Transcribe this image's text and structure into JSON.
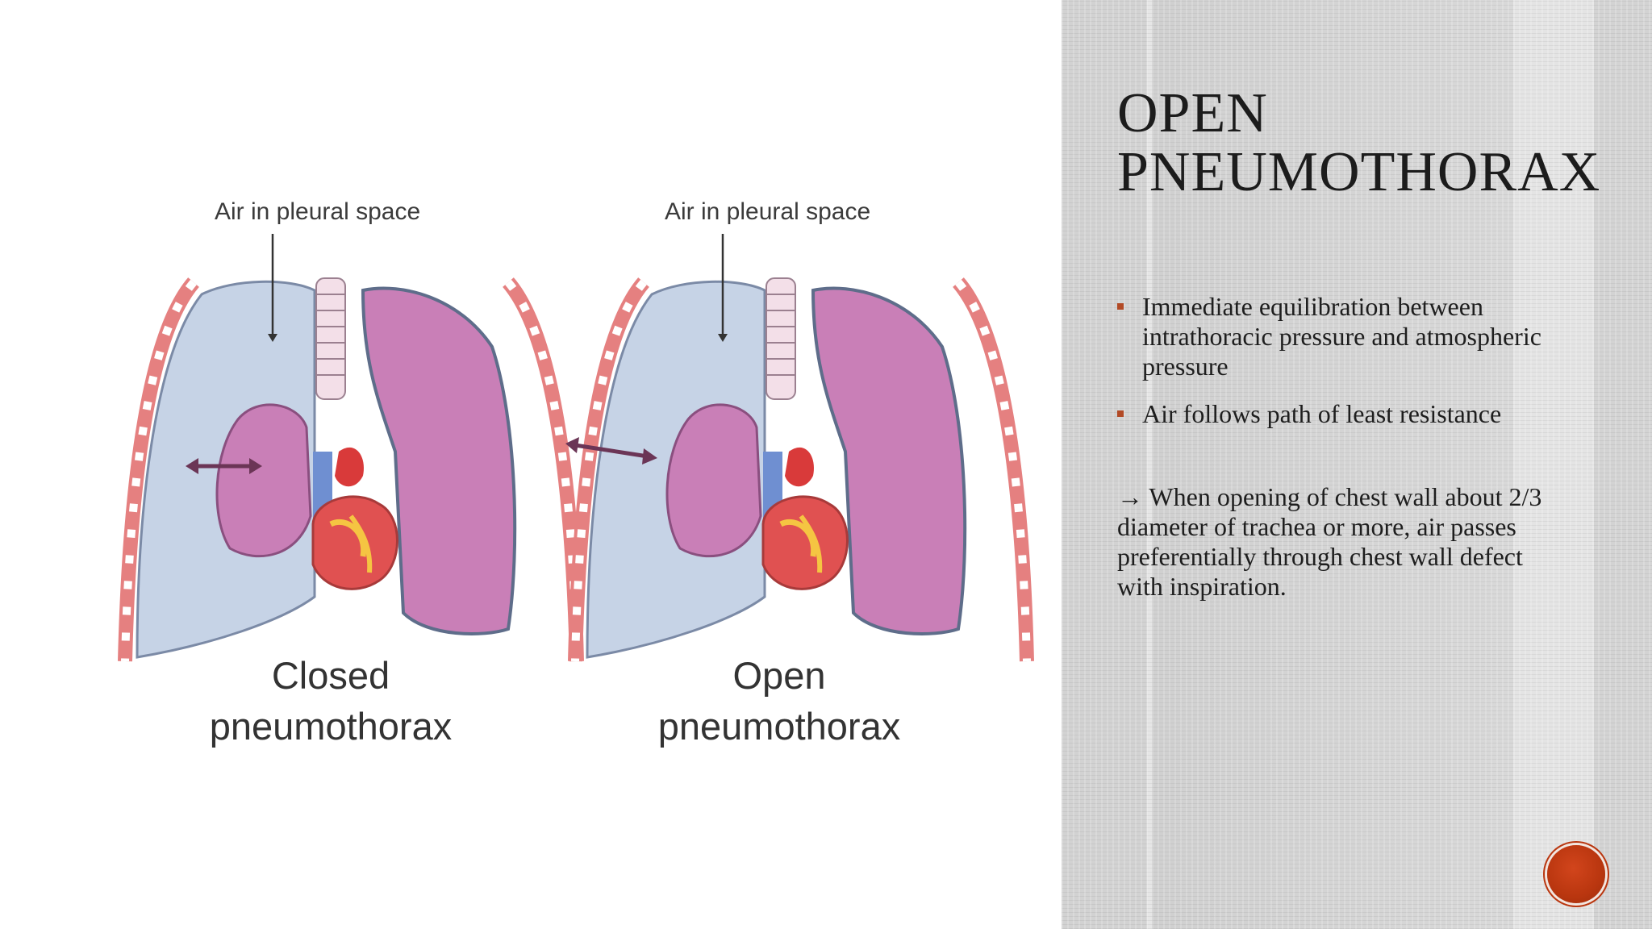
{
  "slide": {
    "title": "Open Pneumothorax",
    "bullets": [
      "Immediate equilibration between intrathoracic pressure and atmospheric pressure",
      "Air follows path of least resistance"
    ],
    "note": "→ When opening of chest wall about 2/3 diameter of trachea or more, air passes preferentially through chest wall defect with inspiration."
  },
  "illustration": {
    "left_panel": {
      "top_label": "Air in pleural space",
      "caption_line1": "Closed",
      "caption_line2": "pneumothorax"
    },
    "right_panel": {
      "top_label": "Air in pleural space",
      "caption_line1": "Open",
      "caption_line2": "pneumothorax"
    }
  },
  "colors": {
    "accent": "#b9360f",
    "bullet_marker": "#b24a26",
    "pleural_air": "#c6d3e6",
    "lung": "#c97fb7",
    "chest_wall": "#e07a7a"
  },
  "icons": {
    "next_button": "circle-button-icon"
  }
}
